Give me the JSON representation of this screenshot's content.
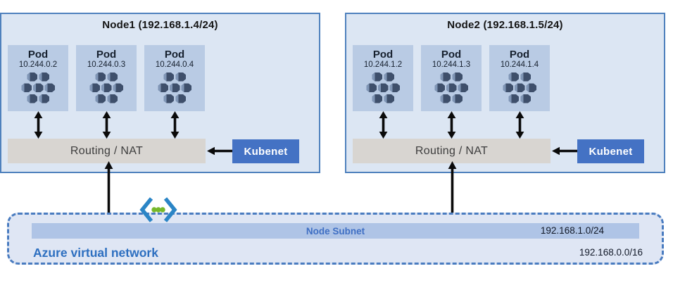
{
  "nodes": [
    {
      "title": "Node1 (192.168.1.4/24)",
      "pods": [
        {
          "label": "Pod",
          "ip": "10.244.0.2"
        },
        {
          "label": "Pod",
          "ip": "10.244.0.3"
        },
        {
          "label": "Pod",
          "ip": "10.244.0.4"
        }
      ],
      "routing_label": "Routing / NAT",
      "kubenet_label": "Kubenet"
    },
    {
      "title": "Node2 (192.168.1.5/24)",
      "pods": [
        {
          "label": "Pod",
          "ip": "10.244.1.2"
        },
        {
          "label": "Pod",
          "ip": "10.244.1.3"
        },
        {
          "label": "Pod",
          "ip": "10.244.1.4"
        }
      ],
      "routing_label": "Routing / NAT",
      "kubenet_label": "Kubenet"
    }
  ],
  "vnet": {
    "label": "Azure virtual network",
    "subnet_label": "Node Subnet",
    "subnet_cidr": "192.168.1.0/24",
    "vnet_cidr": "192.168.0.0/16"
  },
  "icons": {
    "pod": "pod-containers-cluster-icon",
    "vnet": "virtual-network-chevron-dots-icon"
  },
  "colors": {
    "node_fill": "#dce6f3",
    "node_border": "#4f81bd",
    "pod_fill": "#b9cbe4",
    "pod_icon": "#3e4f6b",
    "routing_fill": "#d8d5d1",
    "kubenet_fill": "#4472c4",
    "subnet_fill": "#afc4e6",
    "subnet_text": "#3f6fc4",
    "vnet_fill": "#dfe6f4",
    "vnet_border": "#4a7cc0",
    "vnet_label_text": "#2d6fc0",
    "vnet_icon_green": "#76b82a",
    "vnet_icon_blue": "#2b85c6",
    "arrow": "#0a0a0a"
  }
}
